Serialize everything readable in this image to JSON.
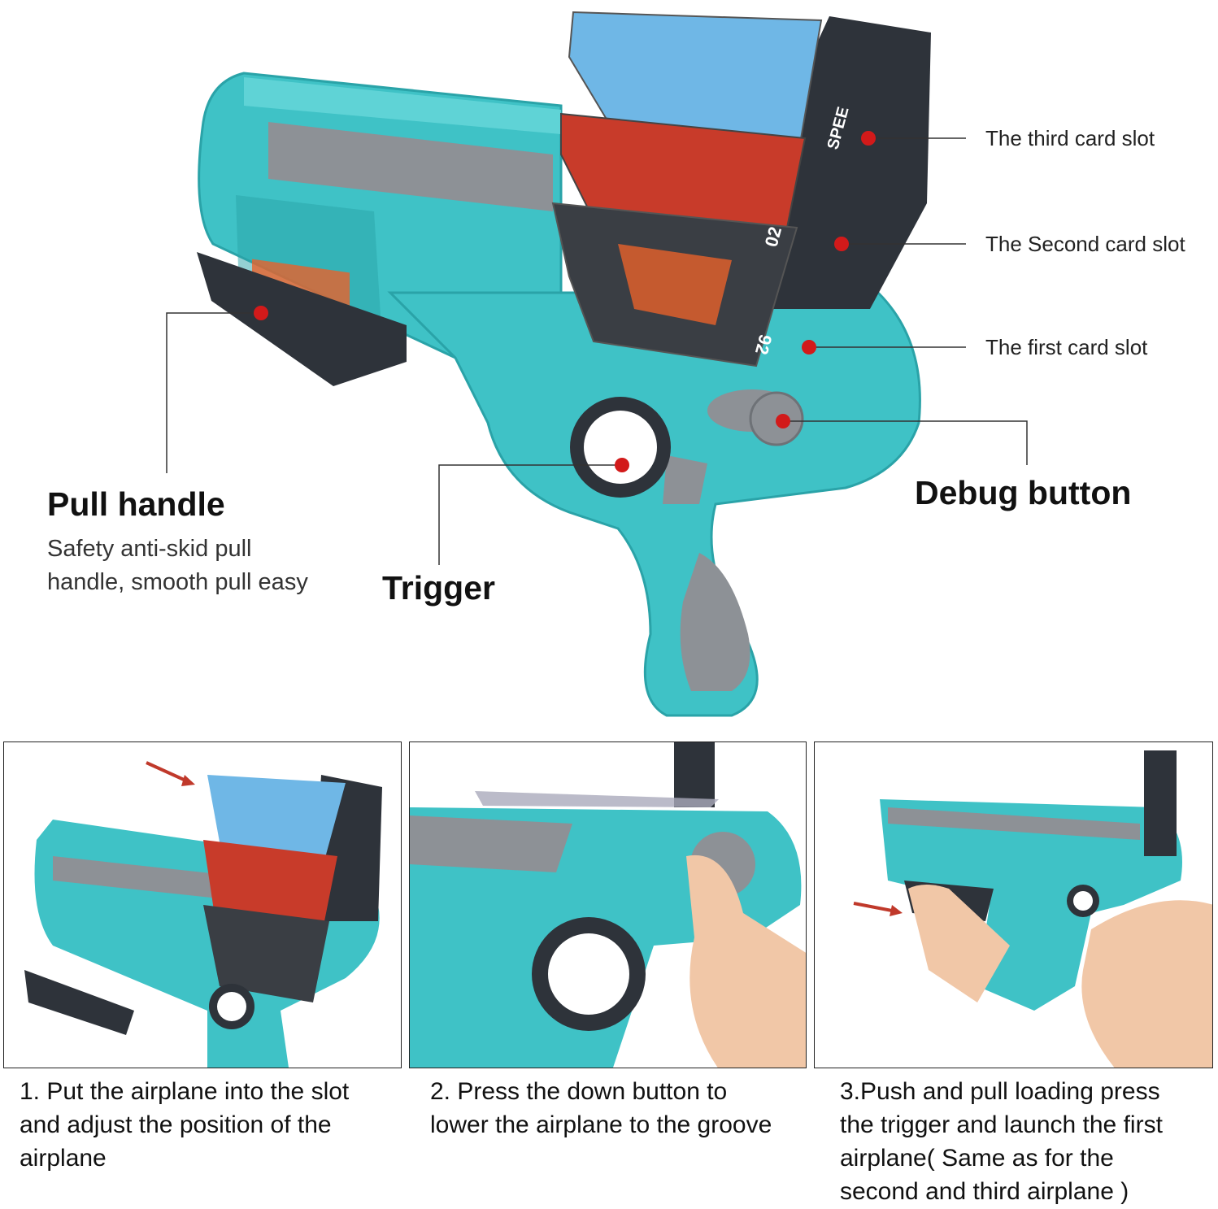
{
  "callouts": {
    "third_slot": "The third card slot",
    "second_slot": "The Second card slot",
    "first_slot": "The first card slot",
    "debug_button": "Debug button",
    "pull_handle": "Pull handle",
    "pull_handle_desc_1": "Safety anti-skid pull",
    "pull_handle_desc_2": "handle, smooth pull easy",
    "trigger": "Trigger"
  },
  "plane_marks": {
    "speed": "SPEE",
    "num_02": "02",
    "num_92": "92"
  },
  "steps": [
    {
      "lines": [
        "1. Put the airplane into the slot",
        "and adjust the position of the",
        "airplane"
      ]
    },
    {
      "lines": [
        "2. Press the down button to",
        "lower the airplane to the groove"
      ]
    },
    {
      "lines": [
        "3.Push and pull loading press",
        "the trigger and launch the first",
        "airplane( Same as for the",
        "second and third airplane )"
      ]
    }
  ],
  "colors": {
    "toy_body": "#3fc2c6",
    "toy_shadow": "#2aa3a8",
    "grey_insert": "#8d9196",
    "dark_plastic": "#2e333a",
    "accent_orange": "#e8622a",
    "callout_dot": "#d21a1a",
    "callout_line": "#333333"
  }
}
